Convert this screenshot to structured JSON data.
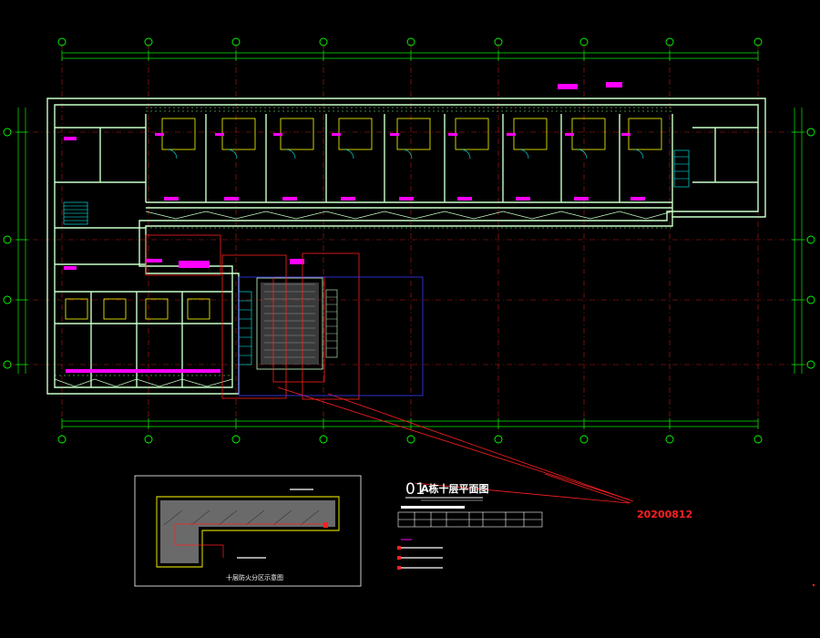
{
  "drawing": {
    "title_number": "01",
    "title": "A栋十层平面图",
    "revision_code": "20200812",
    "keyplan_caption": "十层防火分区示意图"
  },
  "colors": {
    "background": "#000000",
    "walls": "#c8ffc8",
    "dimensions": "#00ff00",
    "axis": "#ff2020",
    "room_tags": "#ff00ff",
    "clouds": "#ff2020",
    "fixtures": "#ffff00",
    "highlight": "#00ffff"
  }
}
